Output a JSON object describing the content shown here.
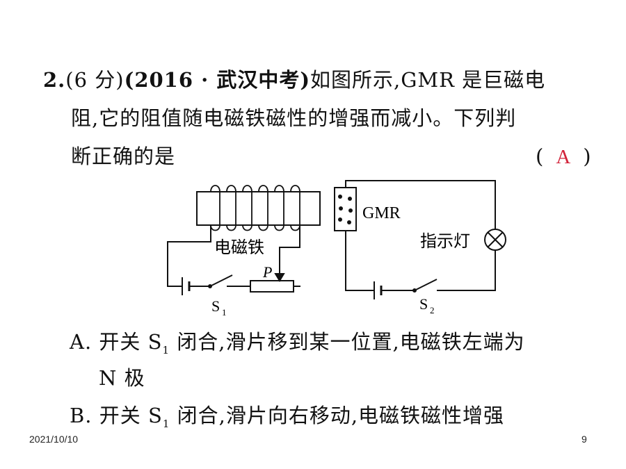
{
  "question": {
    "number": "2.",
    "points": "(6 分)",
    "source": "(2016 · 武汉中考)",
    "line1_rest": "如图所示,GMR 是巨磁电",
    "line2": "阻,它的阻值随电磁铁磁性的增强而减小。下列判",
    "line3": "断正确的是",
    "answer_open": "(",
    "answer": "A",
    "answer_close": ")"
  },
  "diagram": {
    "electromagnet_label": "电磁铁",
    "slider_label": "P",
    "switch1_label": "S",
    "switch1_sub": "1",
    "gmr_label": "GMR",
    "indicator_label": "指示灯",
    "switch2_label": "S",
    "switch2_sub": "2"
  },
  "options": {
    "a_line1_pre": "A. 开关 S",
    "a_sub": "1",
    "a_line1_post": " 闭合,滑片移到某一位置,电磁铁左端为",
    "a_line2": "N 极",
    "b_pre": "B. 开关 S",
    "b_sub": "1",
    "b_post": " 闭合,滑片向右移动,电磁铁磁性增强"
  },
  "footer": {
    "date": "2021/10/10",
    "page": "9"
  }
}
